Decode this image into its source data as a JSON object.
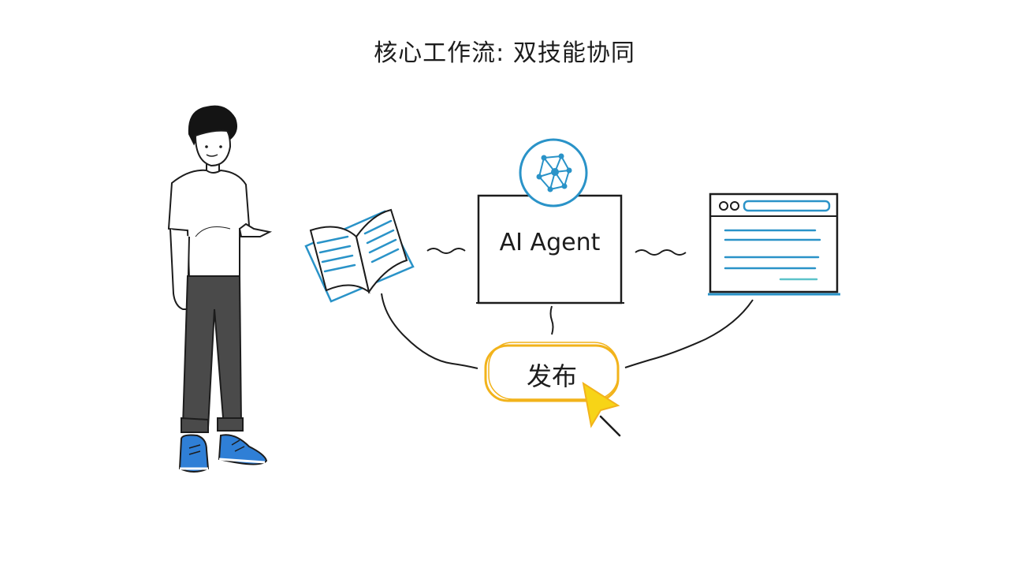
{
  "title": "核心工作流: 双技能协同",
  "nodes": {
    "agent": {
      "label": "AI Agent",
      "icon": "neural-network-icon"
    },
    "publish": {
      "label": "发布",
      "icon": "cursor-arrow-icon"
    },
    "knowledge": {
      "icon": "open-book-icon"
    },
    "web": {
      "icon": "browser-window-icon"
    },
    "person": {
      "icon": "person-pointing-icon"
    }
  },
  "colors": {
    "ink": "#1c1c1c",
    "blue": "#2a93c8",
    "teal": "#5cc3c9",
    "yellow": "#f2b31b",
    "cursor": "#f7d417",
    "pants": "#4a4a4a",
    "shoes": "#2f7fd6"
  }
}
